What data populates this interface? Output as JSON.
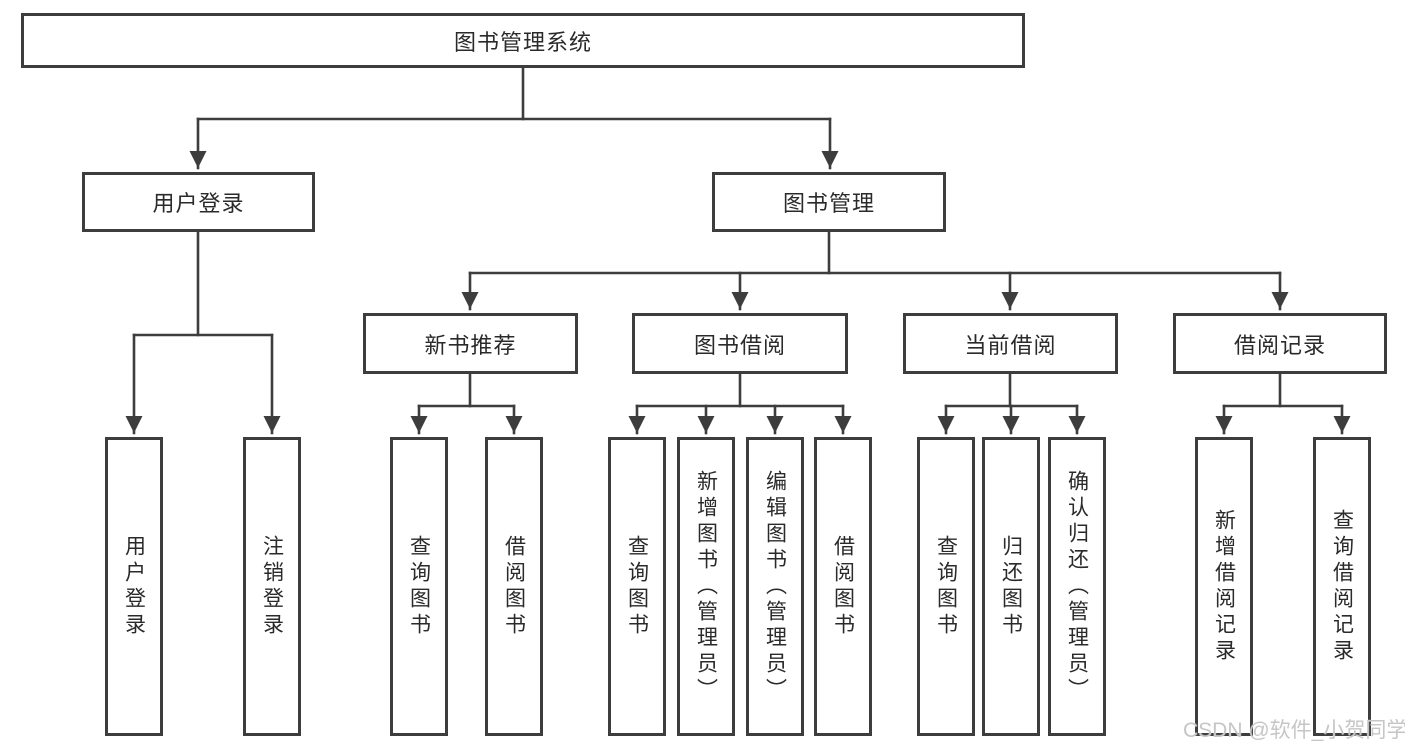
{
  "colors": {
    "line": "#3d3d3d",
    "text": "#2a2a2a",
    "background": "#ffffff",
    "watermark": "#c6c6c6"
  },
  "watermark": {
    "text": "CSDN @软件_小贺同学"
  },
  "tree": {
    "label": "图书管理系统",
    "children": [
      {
        "label": "用户登录",
        "children": [
          {
            "label": "用户登录"
          },
          {
            "label": "注销登录"
          }
        ]
      },
      {
        "label": "图书管理",
        "children": [
          {
            "label": "新书推荐",
            "children": [
              {
                "label": "查询图书"
              },
              {
                "label": "借阅图书"
              }
            ]
          },
          {
            "label": "图书借阅",
            "children": [
              {
                "label": "查询图书"
              },
              {
                "label": "新增图书（管理员）"
              },
              {
                "label": "编辑图书（管理员）"
              },
              {
                "label": "借阅图书"
              }
            ]
          },
          {
            "label": "当前借阅",
            "children": [
              {
                "label": "查询图书"
              },
              {
                "label": "归还图书"
              },
              {
                "label": "确认归还（管理员）"
              }
            ]
          },
          {
            "label": "借阅记录",
            "children": [
              {
                "label": "新增借阅记录"
              },
              {
                "label": "查询借阅记录"
              }
            ]
          }
        ]
      }
    ]
  }
}
